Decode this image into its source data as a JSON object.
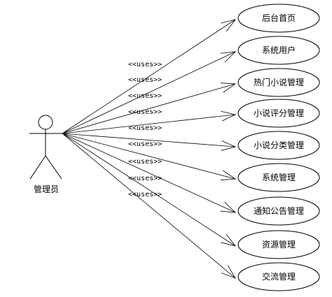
{
  "actor": {
    "name": "管理员"
  },
  "stereotype": "<<uses>>",
  "use_cases": [
    {
      "label": "后台首页"
    },
    {
      "label": "系统用户"
    },
    {
      "label": "热门小说管理"
    },
    {
      "label": "小说评分管理"
    },
    {
      "label": "小说分类管理"
    },
    {
      "label": "系统管理"
    },
    {
      "label": "通知公告管理"
    },
    {
      "label": "资源管理"
    },
    {
      "label": "交流管理"
    }
  ]
}
